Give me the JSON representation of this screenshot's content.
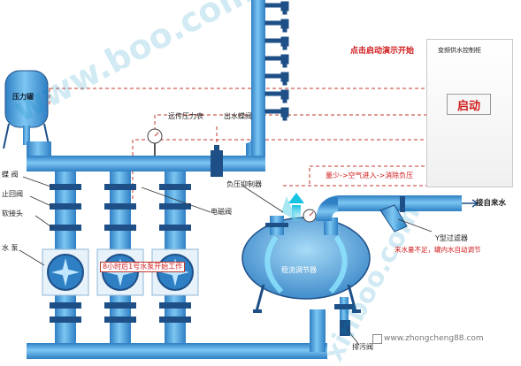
{
  "labels": {
    "pressure_tank": "压力罐",
    "remote_gauge": "远传压力表",
    "outlet_valve": "出水蝶阀",
    "butterfly_valve": "蝶 阀",
    "check_valve": "止回阀",
    "soft_joint": "软接头",
    "water_pump": "水 泵",
    "solenoid_valve": "电磁阀",
    "negative_suppressor": "负压抑制器",
    "stabilizer_tank": "稳流调节器",
    "y_filter": "Y型过滤器",
    "from_water": "接自来水",
    "drain_valve": "排污阀"
  },
  "annotations": {
    "click_hint": "点击启动演示开始",
    "negative_flow": "量少->空气进入->消除负压",
    "pump_switch": "8小时后1号水泵开始工作",
    "low_supply": "来水量不足，罐内水自动调节"
  },
  "control_cabinet": {
    "title": "变频供水控制柜",
    "start_label": "启动"
  },
  "watermarks": {
    "left": "www.boo.com",
    "right": "xinboo.com",
    "site": "www.zhongcheng88.com"
  },
  "colors": {
    "pipe": "#5aaee6",
    "pipe_edge": "#2e73b3",
    "flange": "#1e4f87",
    "dash": "#c0392b",
    "annotation": "#d0191a"
  }
}
